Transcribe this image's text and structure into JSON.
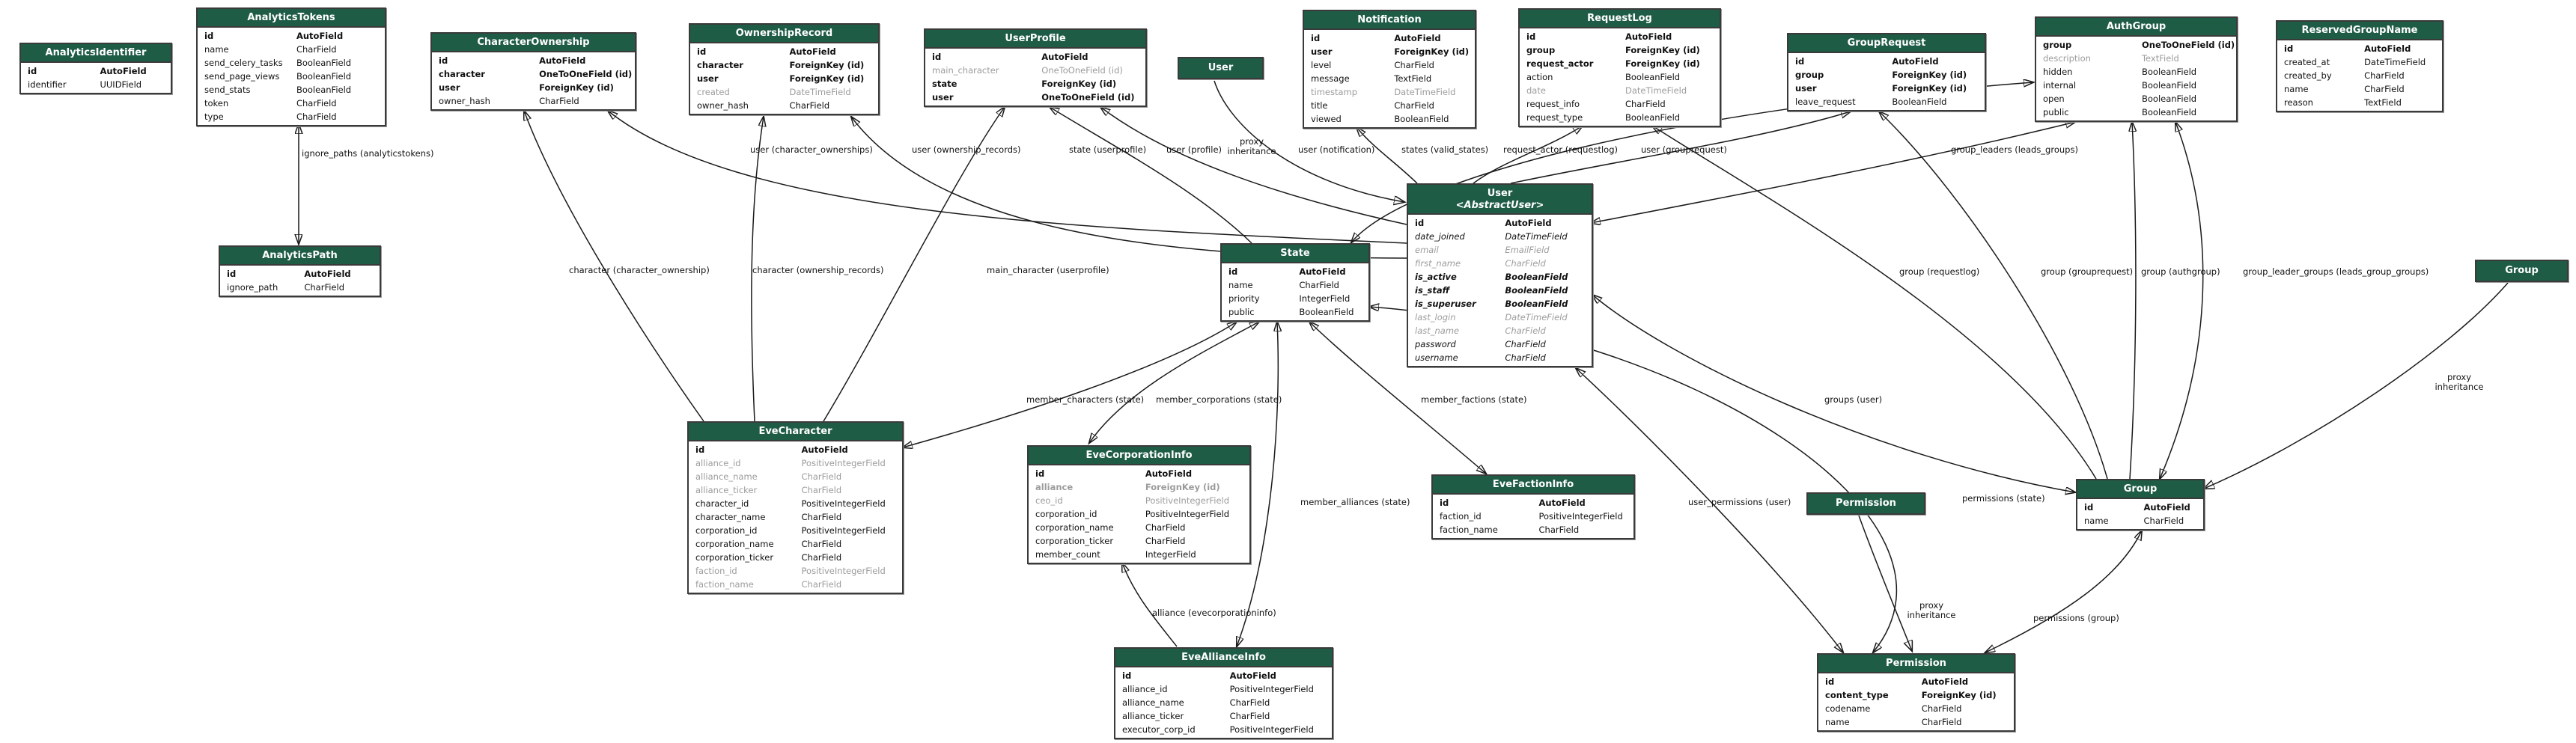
{
  "diagram": {
    "kind": "django-model-graph",
    "header_color": "#1f5c46",
    "line_color": "#1a1a1a",
    "muted_color": "#9c9c9c"
  },
  "tables": [
    {
      "id": "analyticsidentifier",
      "title": "AnalyticsIdentifier",
      "fields": [
        {
          "name": "id",
          "type": "AutoField",
          "style": "b"
        },
        {
          "name": "identifier",
          "type": "UUIDField",
          "style": ""
        }
      ]
    },
    {
      "id": "analyticstokens",
      "title": "AnalyticsTokens",
      "fields": [
        {
          "name": "id",
          "type": "AutoField",
          "style": "b"
        },
        {
          "name": "name",
          "type": "CharField",
          "style": ""
        },
        {
          "name": "send_celery_tasks",
          "type": "BooleanField",
          "style": ""
        },
        {
          "name": "send_page_views",
          "type": "BooleanField",
          "style": ""
        },
        {
          "name": "send_stats",
          "type": "BooleanField",
          "style": ""
        },
        {
          "name": "token",
          "type": "CharField",
          "style": ""
        },
        {
          "name": "type",
          "type": "CharField",
          "style": ""
        }
      ]
    },
    {
      "id": "characterownership",
      "title": "CharacterOwnership",
      "fields": [
        {
          "name": "id",
          "type": "AutoField",
          "style": "b"
        },
        {
          "name": "character",
          "type": "OneToOneField (id)",
          "style": "b"
        },
        {
          "name": "user",
          "type": "ForeignKey (id)",
          "style": "b"
        },
        {
          "name": "owner_hash",
          "type": "CharField",
          "style": ""
        }
      ]
    },
    {
      "id": "ownershiprecord",
      "title": "OwnershipRecord",
      "fields": [
        {
          "name": "id",
          "type": "AutoField",
          "style": "b"
        },
        {
          "name": "character",
          "type": "ForeignKey (id)",
          "style": "b"
        },
        {
          "name": "user",
          "type": "ForeignKey (id)",
          "style": "b"
        },
        {
          "name": "created",
          "type": "DateTimeField",
          "style": "g"
        },
        {
          "name": "owner_hash",
          "type": "CharField",
          "style": ""
        }
      ]
    },
    {
      "id": "userprofile",
      "title": "UserProfile",
      "fields": [
        {
          "name": "id",
          "type": "AutoField",
          "style": "b"
        },
        {
          "name": "main_character",
          "type": "OneToOneField (id)",
          "style": "g"
        },
        {
          "name": "state",
          "type": "ForeignKey (id)",
          "style": "b"
        },
        {
          "name": "user",
          "type": "OneToOneField (id)",
          "style": "b"
        }
      ]
    },
    {
      "id": "user_proxy",
      "title": "User",
      "fields": []
    },
    {
      "id": "notification",
      "title": "Notification",
      "fields": [
        {
          "name": "id",
          "type": "AutoField",
          "style": "b"
        },
        {
          "name": "user",
          "type": "ForeignKey (id)",
          "style": "b"
        },
        {
          "name": "level",
          "type": "CharField",
          "style": ""
        },
        {
          "name": "message",
          "type": "TextField",
          "style": ""
        },
        {
          "name": "timestamp",
          "type": "DateTimeField",
          "style": "g"
        },
        {
          "name": "title",
          "type": "CharField",
          "style": ""
        },
        {
          "name": "viewed",
          "type": "BooleanField",
          "style": ""
        }
      ]
    },
    {
      "id": "requestlog",
      "title": "RequestLog",
      "fields": [
        {
          "name": "id",
          "type": "AutoField",
          "style": "b"
        },
        {
          "name": "group",
          "type": "ForeignKey (id)",
          "style": "b"
        },
        {
          "name": "request_actor",
          "type": "ForeignKey (id)",
          "style": "b"
        },
        {
          "name": "action",
          "type": "BooleanField",
          "style": ""
        },
        {
          "name": "date",
          "type": "DateTimeField",
          "style": "g"
        },
        {
          "name": "request_info",
          "type": "CharField",
          "style": ""
        },
        {
          "name": "request_type",
          "type": "BooleanField",
          "style": ""
        }
      ]
    },
    {
      "id": "grouprequest",
      "title": "GroupRequest",
      "fields": [
        {
          "name": "id",
          "type": "AutoField",
          "style": "b"
        },
        {
          "name": "group",
          "type": "ForeignKey (id)",
          "style": "b"
        },
        {
          "name": "user",
          "type": "ForeignKey (id)",
          "style": "b"
        },
        {
          "name": "leave_request",
          "type": "BooleanField",
          "style": ""
        }
      ]
    },
    {
      "id": "authgroup",
      "title": "AuthGroup",
      "fields": [
        {
          "name": "group",
          "type": "OneToOneField (id)",
          "style": "b"
        },
        {
          "name": "description",
          "type": "TextField",
          "style": "g"
        },
        {
          "name": "hidden",
          "type": "BooleanField",
          "style": ""
        },
        {
          "name": "internal",
          "type": "BooleanField",
          "style": ""
        },
        {
          "name": "open",
          "type": "BooleanField",
          "style": ""
        },
        {
          "name": "public",
          "type": "BooleanField",
          "style": ""
        }
      ]
    },
    {
      "id": "reservedgroupname",
      "title": "ReservedGroupName",
      "fields": [
        {
          "name": "id",
          "type": "AutoField",
          "style": "b"
        },
        {
          "name": "created_at",
          "type": "DateTimeField",
          "style": ""
        },
        {
          "name": "created_by",
          "type": "CharField",
          "style": ""
        },
        {
          "name": "name",
          "type": "CharField",
          "style": ""
        },
        {
          "name": "reason",
          "type": "TextField",
          "style": ""
        }
      ]
    },
    {
      "id": "analyticspath",
      "title": "AnalyticsPath",
      "fields": [
        {
          "name": "id",
          "type": "AutoField",
          "style": "b"
        },
        {
          "name": "ignore_path",
          "type": "CharField",
          "style": ""
        }
      ]
    },
    {
      "id": "state",
      "title": "State",
      "fields": [
        {
          "name": "id",
          "type": "AutoField",
          "style": "b"
        },
        {
          "name": "name",
          "type": "CharField",
          "style": ""
        },
        {
          "name": "priority",
          "type": "IntegerField",
          "style": ""
        },
        {
          "name": "public",
          "type": "BooleanField",
          "style": ""
        }
      ]
    },
    {
      "id": "user_abstract",
      "title": "User",
      "subtitle": "<AbstractUser>",
      "fields": [
        {
          "name": "id",
          "type": "AutoField",
          "style": "b"
        },
        {
          "name": "date_joined",
          "type": "DateTimeField",
          "style": "i"
        },
        {
          "name": "email",
          "type": "EmailField",
          "style": "g i"
        },
        {
          "name": "first_name",
          "type": "CharField",
          "style": "g i"
        },
        {
          "name": "is_active",
          "type": "BooleanField",
          "style": "b i"
        },
        {
          "name": "is_staff",
          "type": "BooleanField",
          "style": "b i"
        },
        {
          "name": "is_superuser",
          "type": "BooleanField",
          "style": "b i"
        },
        {
          "name": "last_login",
          "type": "DateTimeField",
          "style": "g i"
        },
        {
          "name": "last_name",
          "type": "CharField",
          "style": "g i"
        },
        {
          "name": "password",
          "type": "CharField",
          "style": "i"
        },
        {
          "name": "username",
          "type": "CharField",
          "style": "i"
        }
      ]
    },
    {
      "id": "evecharacter",
      "title": "EveCharacter",
      "fields": [
        {
          "name": "id",
          "type": "AutoField",
          "style": "b"
        },
        {
          "name": "alliance_id",
          "type": "PositiveIntegerField",
          "style": "g"
        },
        {
          "name": "alliance_name",
          "type": "CharField",
          "style": "g"
        },
        {
          "name": "alliance_ticker",
          "type": "CharField",
          "style": "g"
        },
        {
          "name": "character_id",
          "type": "PositiveIntegerField",
          "style": ""
        },
        {
          "name": "character_name",
          "type": "CharField",
          "style": ""
        },
        {
          "name": "corporation_id",
          "type": "PositiveIntegerField",
          "style": ""
        },
        {
          "name": "corporation_name",
          "type": "CharField",
          "style": ""
        },
        {
          "name": "corporation_ticker",
          "type": "CharField",
          "style": ""
        },
        {
          "name": "faction_id",
          "type": "PositiveIntegerField",
          "style": "g"
        },
        {
          "name": "faction_name",
          "type": "CharField",
          "style": "g"
        }
      ]
    },
    {
      "id": "evecorporationinfo",
      "title": "EveCorporationInfo",
      "fields": [
        {
          "name": "id",
          "type": "AutoField",
          "style": "b"
        },
        {
          "name": "alliance",
          "type": "ForeignKey (id)",
          "style": "g b"
        },
        {
          "name": "ceo_id",
          "type": "PositiveIntegerField",
          "style": "g"
        },
        {
          "name": "corporation_id",
          "type": "PositiveIntegerField",
          "style": ""
        },
        {
          "name": "corporation_name",
          "type": "CharField",
          "style": ""
        },
        {
          "name": "corporation_ticker",
          "type": "CharField",
          "style": ""
        },
        {
          "name": "member_count",
          "type": "IntegerField",
          "style": ""
        }
      ]
    },
    {
      "id": "evefactioninfo",
      "title": "EveFactionInfo",
      "fields": [
        {
          "name": "id",
          "type": "AutoField",
          "style": "b"
        },
        {
          "name": "faction_id",
          "type": "PositiveIntegerField",
          "style": ""
        },
        {
          "name": "faction_name",
          "type": "CharField",
          "style": ""
        }
      ]
    },
    {
      "id": "permission_proxy",
      "title": "Permission",
      "fields": []
    },
    {
      "id": "group_main",
      "title": "Group",
      "fields": [
        {
          "name": "id",
          "type": "AutoField",
          "style": "b"
        },
        {
          "name": "name",
          "type": "CharField",
          "style": ""
        }
      ]
    },
    {
      "id": "group_proxy",
      "title": "Group",
      "fields": []
    },
    {
      "id": "eveallianceinfo",
      "title": "EveAllianceInfo",
      "fields": [
        {
          "name": "id",
          "type": "AutoField",
          "style": "b"
        },
        {
          "name": "alliance_id",
          "type": "PositiveIntegerField",
          "style": ""
        },
        {
          "name": "alliance_name",
          "type": "CharField",
          "style": ""
        },
        {
          "name": "alliance_ticker",
          "type": "CharField",
          "style": ""
        },
        {
          "name": "executor_corp_id",
          "type": "PositiveIntegerField",
          "style": ""
        }
      ]
    },
    {
      "id": "permission_main",
      "title": "Permission",
      "fields": [
        {
          "name": "id",
          "type": "AutoField",
          "style": "b"
        },
        {
          "name": "content_type",
          "type": "ForeignKey (id)",
          "style": "b"
        },
        {
          "name": "codename",
          "type": "CharField",
          "style": ""
        },
        {
          "name": "name",
          "type": "CharField",
          "style": ""
        }
      ]
    }
  ],
  "edges": [
    {
      "id": "e1",
      "label": "ignore_paths (analyticstokens)",
      "kind": "m2m"
    },
    {
      "id": "e2",
      "label": "character (character_ownership)",
      "kind": "fk"
    },
    {
      "id": "e3",
      "label": "character (ownership_records)",
      "kind": "fk"
    },
    {
      "id": "e4",
      "label": "user (character_ownerships)",
      "kind": "fk"
    },
    {
      "id": "e5",
      "label": "user (ownership_records)",
      "kind": "fk"
    },
    {
      "id": "e6",
      "label": "state (userprofile)",
      "kind": "fk"
    },
    {
      "id": "e7",
      "label": "user (profile)",
      "kind": "fk"
    },
    {
      "id": "e8",
      "label": "proxy inheritance",
      "kind": "inherit"
    },
    {
      "id": "e9",
      "label": "user (notification)",
      "kind": "fk"
    },
    {
      "id": "e10",
      "label": "states (valid_states)",
      "kind": "m2m"
    },
    {
      "id": "e11",
      "label": "request_actor (requestlog)",
      "kind": "fk"
    },
    {
      "id": "e12",
      "label": "user (grouprequest)",
      "kind": "fk"
    },
    {
      "id": "e13",
      "label": "group_leaders (leads_groups)",
      "kind": "m2m"
    },
    {
      "id": "e14",
      "label": "group (requestlog)",
      "kind": "fk"
    },
    {
      "id": "e15",
      "label": "group (grouprequest)",
      "kind": "fk"
    },
    {
      "id": "e16",
      "label": "group (authgroup)",
      "kind": "fk"
    },
    {
      "id": "e17",
      "label": "group_leader_groups (leads_group_groups)",
      "kind": "m2m"
    },
    {
      "id": "e18",
      "label": "member_characters (state)",
      "kind": "m2m"
    },
    {
      "id": "e19",
      "label": "member_corporations (state)",
      "kind": "m2m"
    },
    {
      "id": "e20",
      "label": "member_factions (state)",
      "kind": "m2m"
    },
    {
      "id": "e21",
      "label": "groups (user)",
      "kind": "m2m"
    },
    {
      "id": "e22",
      "label": "member_alliances (state)",
      "kind": "m2m"
    },
    {
      "id": "e23",
      "label": "user_permissions (user)",
      "kind": "m2m"
    },
    {
      "id": "e24",
      "label": "permissions (state)",
      "kind": "m2m"
    },
    {
      "id": "e25",
      "label": "alliance (evecorporationinfo)",
      "kind": "fk"
    },
    {
      "id": "e26",
      "label": "proxy inheritance",
      "kind": "inherit"
    },
    {
      "id": "e27",
      "label": "proxy inheritance",
      "kind": "inherit"
    },
    {
      "id": "e28",
      "label": "permissions (group)",
      "kind": "m2m"
    },
    {
      "id": "e29",
      "label": "main_character (userprofile)",
      "kind": "fk"
    }
  ]
}
